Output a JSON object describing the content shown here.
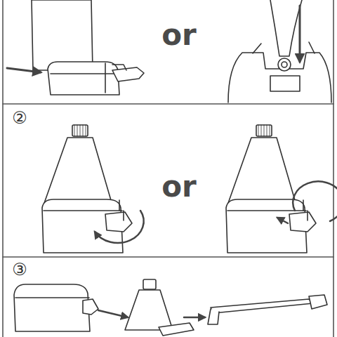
{
  "diagram": {
    "labels": [
      "or",
      "②",
      "or",
      "③"
    ]
  }
}
